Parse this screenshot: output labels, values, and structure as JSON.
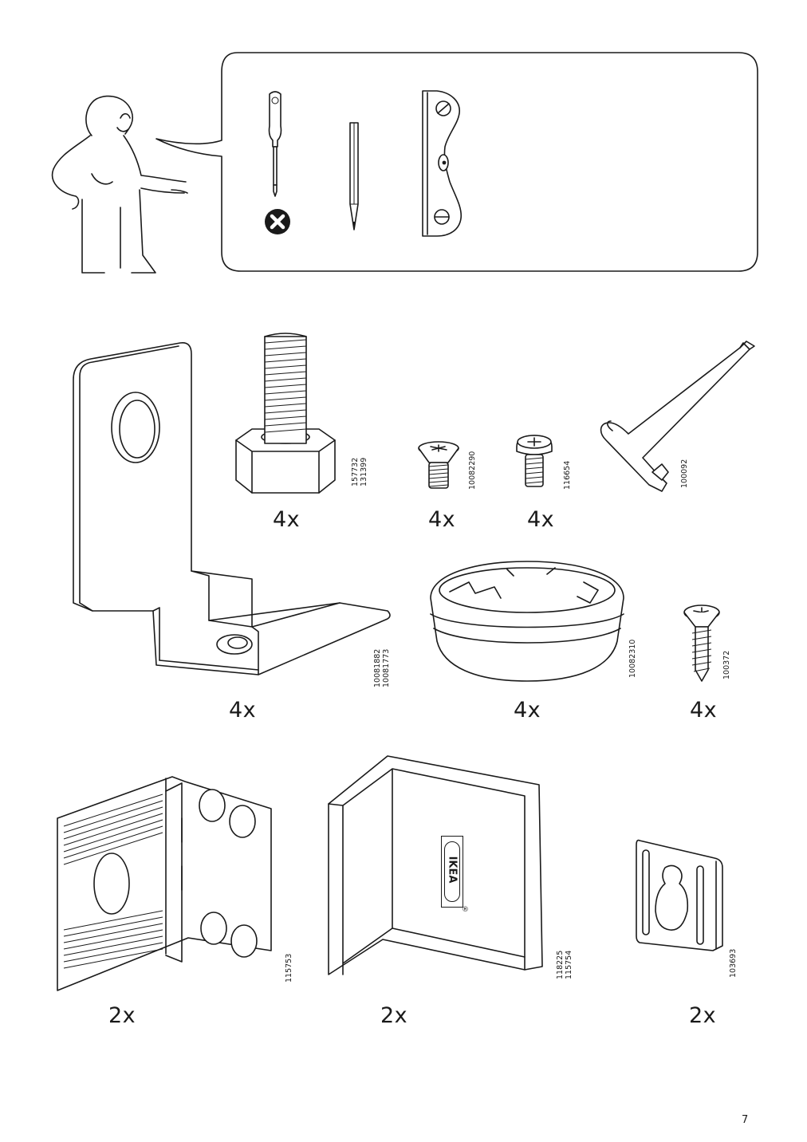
{
  "page": {
    "number": "7"
  },
  "tools": {
    "items": [
      "screwdriver-phillips-icon",
      "pencil-icon",
      "spirit-level-icon"
    ],
    "excluded_marker": "cross-circle-icon"
  },
  "parts": [
    {
      "id": "threaded-foot",
      "codes": [
        "157732",
        "131399"
      ],
      "quantity": "4x"
    },
    {
      "id": "flat-head-screw",
      "codes": [
        "10082290"
      ],
      "quantity": "4x"
    },
    {
      "id": "pan-head-screw",
      "codes": [
        "116654"
      ],
      "quantity": "4x"
    },
    {
      "id": "allen-key",
      "codes": [
        "100092"
      ],
      "quantity": ""
    },
    {
      "id": "bent-bracket",
      "codes": [
        "10081882",
        "10081773"
      ],
      "quantity": "4x"
    },
    {
      "id": "foot-cup",
      "codes": [
        "10082310"
      ],
      "quantity": "4x"
    },
    {
      "id": "wood-screw",
      "codes": [
        "100372"
      ],
      "quantity": "4x"
    },
    {
      "id": "corner-plate",
      "codes": [
        "115753"
      ],
      "quantity": "2x"
    },
    {
      "id": "angle-block",
      "codes": [
        "118225",
        "115754"
      ],
      "quantity": "2x"
    },
    {
      "id": "keyhole-hanger",
      "codes": [
        "103693"
      ],
      "quantity": "2x"
    }
  ],
  "brand": {
    "logo_text": "IKEA"
  }
}
